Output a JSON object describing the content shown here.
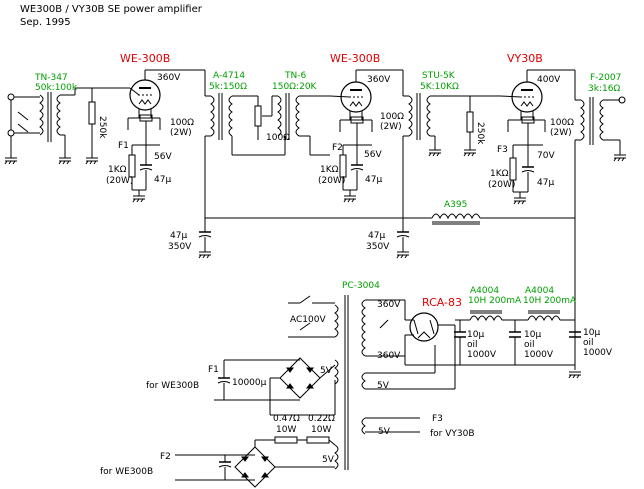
{
  "header": {
    "title": "WE300B  / VY30B SE power amplifier",
    "date": "Sep. 1995"
  },
  "stage1": {
    "input_transformer": "TN-347",
    "input_ratio": "50k:100k",
    "grid_resistor": "250k",
    "tube": "WE-300B",
    "plate_voltage": "360V",
    "hum_pot": "100Ω",
    "hum_pot_power": "(2W)",
    "filament": "F1",
    "cathode_voltage": "56V",
    "cathode_resistor": "1KΩ",
    "cathode_resistor_power": "(20W)",
    "cathode_cap": "47μ"
  },
  "interstage1": {
    "transformer_a": "A-4714",
    "ratio_a": "5k:150Ω",
    "transformer_b": "TN-6",
    "ratio_b": "150Ω:20K",
    "resistor": "100Ω"
  },
  "stage2": {
    "tube": "WE-300B",
    "plate_voltage": "360V",
    "hum_pot": "100Ω",
    "hum_pot_power": "(2W)",
    "filament": "F2",
    "cathode_voltage": "56V",
    "cathode_resistor": "1KΩ",
    "cathode_resistor_power": "(20W)",
    "cathode_cap": "47μ"
  },
  "interstage2": {
    "transformer": "STU-5K",
    "ratio": "5K:10KΩ",
    "grid_resistor": "250k"
  },
  "stage3": {
    "tube": "VY30B",
    "plate_voltage": "400V",
    "hum_pot": "100Ω",
    "hum_pot_power": "(2W)",
    "filament": "F3",
    "cathode_voltage": "70V",
    "cathode_resistor": "1KΩ",
    "cathode_resistor_power": "(20W)",
    "cathode_cap": "47μ"
  },
  "output": {
    "transformer": "F-2007",
    "ratio": "3k:16Ω"
  },
  "decoupling": {
    "cap1": "47μ",
    "cap1_voltage": "350V",
    "cap2": "47μ",
    "cap2_voltage": "350V",
    "choke": "A395"
  },
  "power_supply": {
    "power_transformer": "PC-3004",
    "mains": "AC100V",
    "hv_upper": "360V",
    "hv_lower": "360V",
    "rect_tube": "RCA-83",
    "rect_heater": "5V",
    "choke1": "A4004",
    "choke1_rating": "10H 200mA",
    "choke2": "A4004",
    "choke2_rating": "10H 200mA",
    "caps": [
      {
        "value": "10μ",
        "type": "oil",
        "voltage": "1000V"
      },
      {
        "value": "10μ",
        "type": "oil",
        "voltage": "1000V"
      },
      {
        "value": "10μ",
        "type": "oil",
        "voltage": "1000V"
      }
    ]
  },
  "filament_supplies": {
    "f1_label": "F1",
    "f1_for": "for WE300B",
    "f1_cap": "10000μ",
    "f1_winding": "5V",
    "f2_label": "F2",
    "f2_for": "for WE300B",
    "f2_r1": "0.47Ω",
    "f2_r1_power": "10W",
    "f2_r2": "0.22Ω",
    "f2_r2_power": "10W",
    "f2_winding": "5V",
    "f3_label": "F3",
    "f3_for": "for VY30B",
    "f3_winding": "5V"
  }
}
